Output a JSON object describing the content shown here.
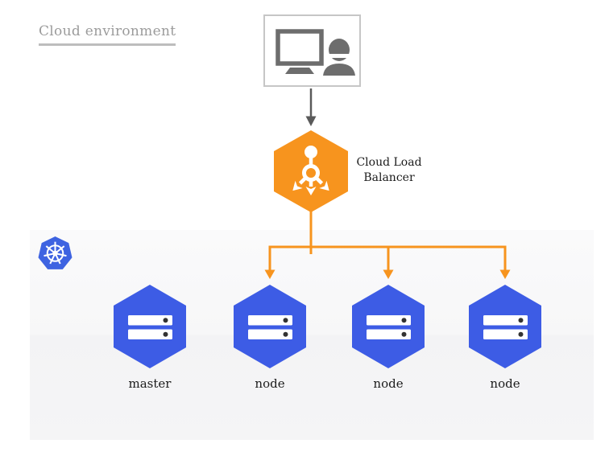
{
  "title": "Cloud environment",
  "user": {
    "icon": "workstation-user-icon"
  },
  "load_balancer": {
    "label": "Cloud Load Balancer",
    "icon": "load-balancer-icon"
  },
  "cluster": {
    "icon": "kubernetes-logo-icon",
    "nodes": [
      {
        "label": "master"
      },
      {
        "label": "node"
      },
      {
        "label": "node"
      },
      {
        "label": "node"
      }
    ]
  },
  "colors": {
    "orange": "#F7941E",
    "node_blue": "#3D5CE5",
    "kubernetes_blue": "#3E63E1",
    "icon_gray": "#6d6d6d",
    "arrow_gray": "#5a5a5a",
    "title_gray": "#9b9b9b",
    "panel_gray": "#f5f5f6",
    "label_black": "#1c1c1c"
  }
}
